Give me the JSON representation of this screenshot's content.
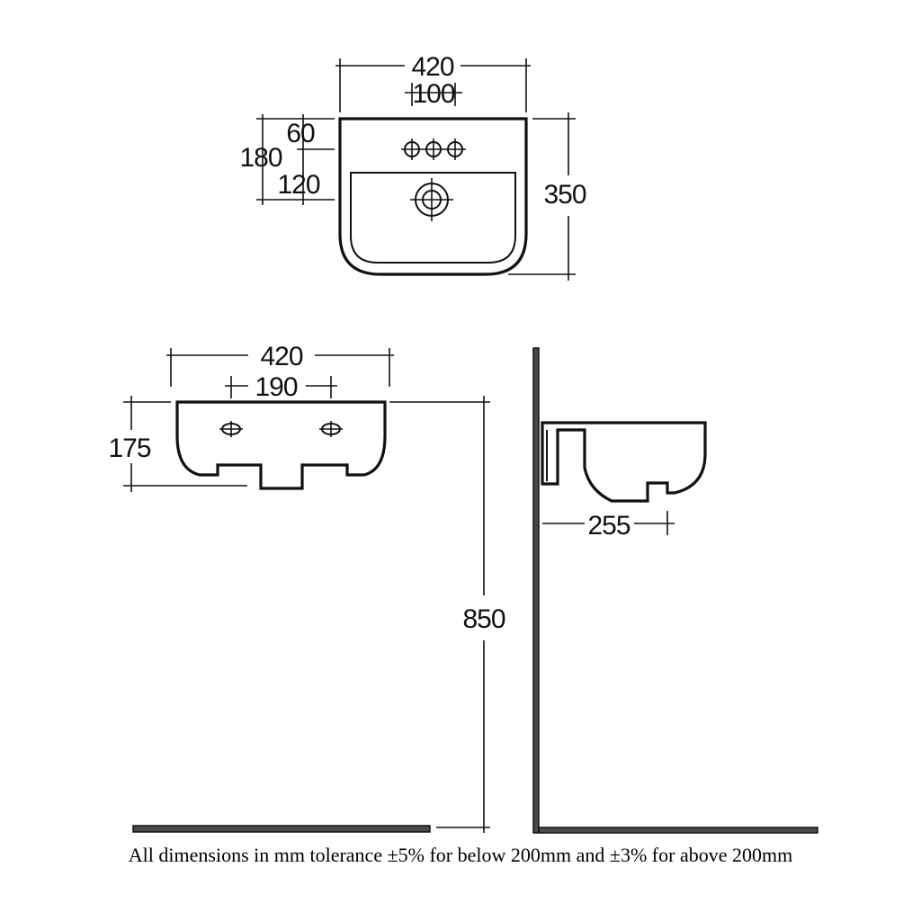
{
  "top_view": {
    "width": "420",
    "tap_spacing": "100",
    "dim_60": "60",
    "dim_180": "180",
    "dim_120": "120",
    "depth": "350"
  },
  "front_view": {
    "width": "420",
    "hole_spacing": "190",
    "height": "175"
  },
  "side_view": {
    "mount_height": "850",
    "projection": "255"
  },
  "footer": {
    "note": "All dimensions in mm tolerance ±5% for below 200mm and ±3% for above 200mm"
  }
}
